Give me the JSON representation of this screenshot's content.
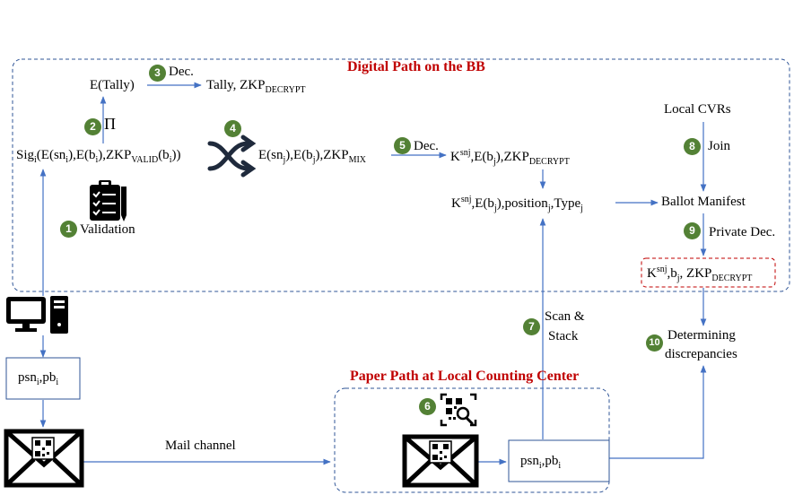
{
  "digital_title": "Digital Path on the BB",
  "paper_title": "Paper Path at Local Counting Center",
  "steps": [
    "1",
    "2",
    "3",
    "4",
    "5",
    "6",
    "7",
    "8",
    "9",
    "10"
  ],
  "labels": {
    "e_tally": "E(Tally)",
    "dec_3": "Dec.",
    "tally_zkp": "Tally, ZKP",
    "decrypt_sub": "DECRYPT",
    "pi": "Π",
    "sig": "Sig",
    "valid_sub": "VALID",
    "zkp": "ZKP",
    "mix_sub": "MIX",
    "dec_5": "Dec.",
    "validation": "Validation",
    "local_cvrs": "Local CVRs",
    "join": "Join",
    "ballot_manifest": "Ballot Manifest",
    "private_dec": "Private Dec.",
    "position": "position",
    "type": "Type",
    "scan": "Scan &",
    "stack": "Stack",
    "determining": "Determining",
    "discrepancies": "discrepancies",
    "mail_channel": "Mail channel",
    "psn": "psn",
    "pb": "pb"
  },
  "colors": {
    "title": "#c00000",
    "arrow": "#4472c4",
    "dashed_border": "#2f5597",
    "step_circle": "#538135",
    "manifest_border": "#c00000"
  },
  "icons": [
    "computer-icon",
    "clipboard-icon",
    "shuffle-icon",
    "envelope-icon",
    "qr-scan-icon"
  ]
}
